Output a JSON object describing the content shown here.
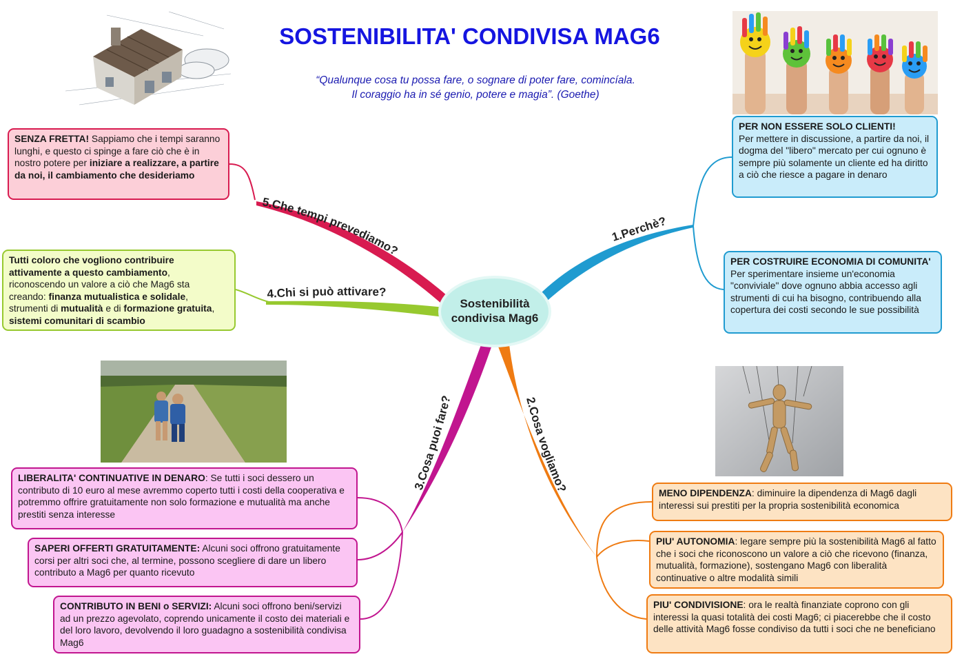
{
  "title": "SOSTENIBILITA' CONDIVISA MAG6",
  "quote": {
    "line1": "“Qualunque cosa tu possa fare, o sognare di poter fare, comincíala.",
    "line2": "Il coraggio ha in sé genio, potere e magia”. (Goethe)"
  },
  "center": {
    "line1": "Sostenibilità",
    "line2": "condivisa Mag6"
  },
  "branches": {
    "b1": "1.Perchè?",
    "b2": "2.Cosa vogliamo?",
    "b3": "3.Cosa puoi fare?",
    "b4": "4.Chi si può attivare?",
    "b5": "5.Che tempi prevediamo?"
  },
  "boxes": {
    "senza_fretta": {
      "bold1": "SENZA FRETTA!",
      "t1": " Sappiamo che i tempi saranno lunghi, e questo ci spinge a fare ciò che è in nostro potere per ",
      "bold2": "iniziare a realizzare, a partire da noi, il cambiamento che desideriamo"
    },
    "tutti_coloro": {
      "bold1": "Tutti coloro che vogliono contribuire attivamente a questo cambiamento",
      "t1": ", riconoscendo un valore a ciò che Mag6 sta creando: ",
      "bold2": "finanza mutualistica e solidale",
      "t2": ", strumenti di ",
      "bold3": "mutualità",
      "t3": " e di ",
      "bold4": "formazione gratuita",
      "t4": ", ",
      "bold5": "sistemi comunitari di scambio"
    },
    "non_clienti": {
      "bold1": "PER NON ESSERE SOLO CLIENTI!",
      "t1": "Per mettere in discussione, a partire da noi, il dogma del \"libero\" mercato per cui ognuno è sempre più solamente un cliente ed ha diritto a ciò che riesce a pagare in denaro"
    },
    "economia": {
      "bold1": "PER COSTRUIRE ECONOMIA DI COMUNITA'",
      "t1": " Per sperimentare insieme un'economia \"conviviale\" dove ognuno abbia accesso agli strumenti di cui ha bisogno, contribuendo alla copertura dei costi secondo le sue possibilità"
    },
    "liberalita": {
      "bold1": "LIBERALITA' CONTINUATIVE IN DENARO",
      "t1": ": Se tutti i soci dessero un contributo di 10 euro al mese avremmo coperto tutti i costi della cooperativa e potremmo offrire gratuitamente non solo formazione e mutualità ma anche prestiti senza interesse"
    },
    "saperi": {
      "bold1": "SAPERI OFFERTI GRATUITAMENTE:",
      "t1": " Alcuni soci offrono gratuitamente corsi per altri soci che, al termine, possono scegliere di dare un libero contributo a Mag6 per quanto ricevuto"
    },
    "contributo": {
      "bold1": "CONTRIBUTO IN BENI o SERVIZI:",
      "t1": " Alcuni soci offrono beni/servizi ad un prezzo agevolato, coprendo unicamente il costo dei materiali e del loro lavoro, devolvendo il loro guadagno a sostenibilità condivisa Mag6"
    },
    "meno_dipendenza": {
      "bold1": "MENO DIPENDENZA",
      "t1": ": diminuire la dipendenza di Mag6 dagli interessi sui prestiti per la propria sostenibilità economica"
    },
    "autonomia": {
      "bold1": "PIU' AUTONOMIA",
      "t1": ": legare sempre più la sostenibilità Mag6 al fatto che i soci che riconoscono un valore a ciò che ricevono (finanza, mutualità, formazione), sostengano Mag6 con liberalità continuative o altre modalità simili"
    },
    "condivisione": {
      "bold1": "PIU' CONDIVISIONE",
      "t1": ": ora le realtà finanziate coprono con gli interessi la quasi totalità dei costi Mag6; ci piacerebbe che il costo delle attività Mag6 fosse condiviso da tutti i soci che ne beneficiano"
    }
  },
  "colors": {
    "title": "#1515e0",
    "red": "#d81b50",
    "green": "#97c92f",
    "blue": "#1f9bd0",
    "pink": "#c1158f",
    "orange": "#ef7b12"
  },
  "images": [
    "house-illustration",
    "painted-hands-photo",
    "children-on-road-photo",
    "wooden-puppet-photo"
  ]
}
